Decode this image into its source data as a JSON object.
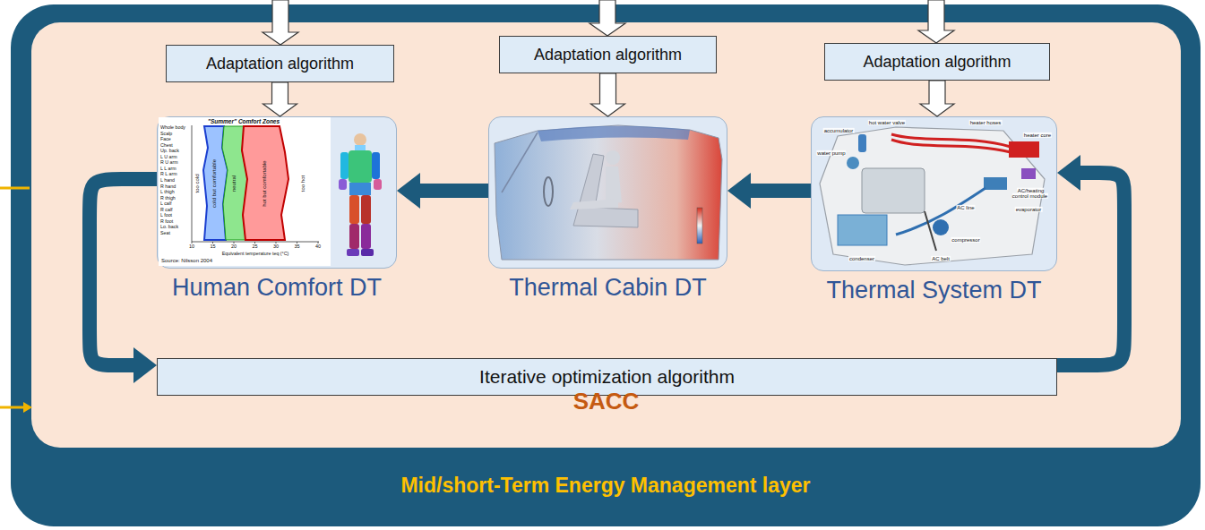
{
  "diagram": {
    "nodes": [
      {
        "text": [
          "Mid/short-Term Energy Management layer"
        ]
      },
      {
        "text": [
          "SACC"
        ],
        "in": 0
      },
      {
        "text": [
          "Adaptation algorithm"
        ],
        "in": 1
      },
      {
        "text": [
          "Adaptation algorithm"
        ],
        "in": 1
      },
      {
        "text": [
          "Adaptation algorithm"
        ],
        "in": 1
      },
      {
        "text": [
          "Human Comfort DT"
        ],
        "in": 1
      },
      {
        "text": [
          "Thermal Cabin DT"
        ],
        "in": 1
      },
      {
        "text": [
          "Thermal System DT"
        ],
        "in": 1
      },
      {
        "text": [
          "Iterative optimization algorithm"
        ],
        "in": 1
      }
    ],
    "edges": [
      {
        "from": 2,
        "to": 5,
        "arrow": "to"
      },
      {
        "from": 3,
        "to": 6,
        "arrow": "to"
      },
      {
        "from": 4,
        "to": 7,
        "arrow": "to"
      },
      {
        "from": 7,
        "to": 6,
        "arrow": "to"
      },
      {
        "from": 6,
        "to": 5,
        "arrow": "to"
      },
      {
        "from": 5,
        "to": 8,
        "arrow": "to"
      },
      {
        "from": 8,
        "to": 7,
        "arrow": "to"
      }
    ],
    "labels": [
      "\"Summer\" Comfort Zones",
      "Whole body",
      "Scalp",
      "Face",
      "Chest",
      "Up. back",
      "L U arm",
      "R U arm",
      "L L arm",
      "R L arm",
      "L hand",
      "R hand",
      "L thigh",
      "R thigh",
      "L calf",
      "R calf",
      "L foot",
      "R foot",
      "Lo. back",
      "Seat",
      "too cold",
      "cold but comfortable",
      "neutral",
      "hot but comfortable",
      "too hot",
      "10",
      "15",
      "20",
      "25",
      "30",
      "35",
      "40",
      "Equivalent temperature teq (°C)",
      "Source: Nilsson 2004",
      "hot water valve",
      "heater hoses",
      "accumulator",
      "water pump",
      "heater core",
      "AC/heating control module",
      "evaporator",
      "AC line",
      "compressor",
      "condenser",
      "AC belt"
    ]
  }
}
